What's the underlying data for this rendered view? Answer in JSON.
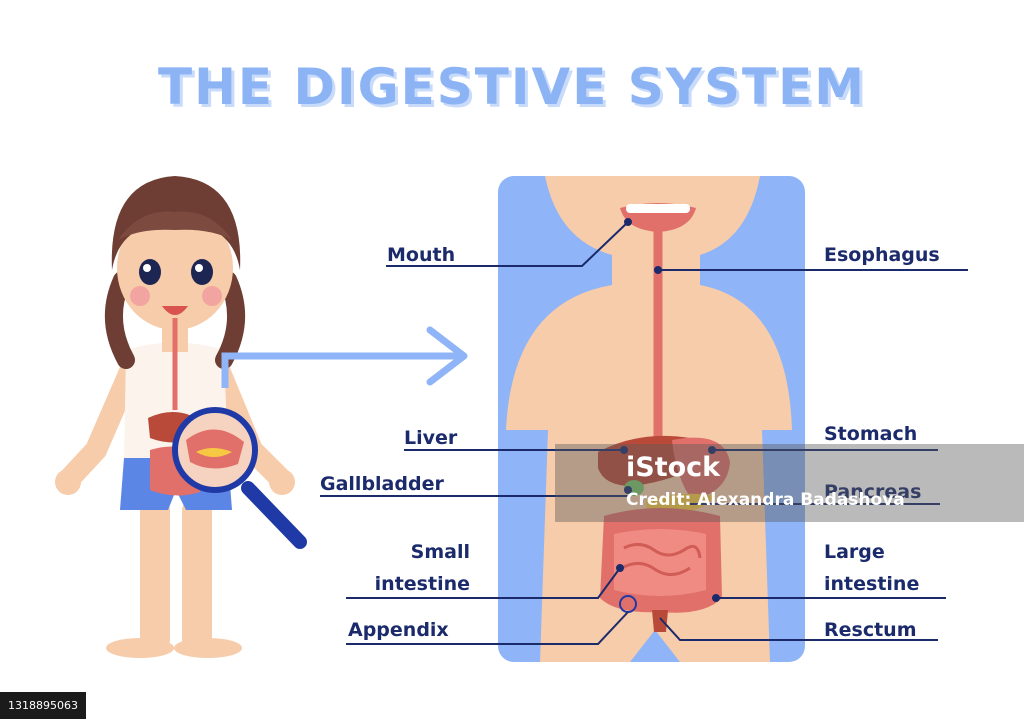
{
  "title": "THE DIGESTIVE SYSTEM",
  "labels": {
    "mouth": "Mouth",
    "esophagus": "Esophagus",
    "liver": "Liver",
    "stomach": "Stomach",
    "gallbladder": "Gallbladder",
    "pancreas": "Pancreas",
    "small_intestine_1": "Small",
    "small_intestine_2": "intestine",
    "large_intestine_1": "Large",
    "large_intestine_2": "intestine",
    "appendix": "Appendix",
    "rectum": "Resctum"
  },
  "watermark": {
    "logo": "iStock",
    "credit": "Credit: Alexandra Badashova"
  },
  "stock_id": "1318895063",
  "colors": {
    "title": "#8cb4f5",
    "label": "#1b2a6b",
    "body_bg": "#8fb4f7",
    "skin": "#f6ccaa",
    "organ": "#e2706a"
  },
  "icons": [
    "magnifier-icon",
    "arrow-right-icon",
    "play-icon"
  ]
}
